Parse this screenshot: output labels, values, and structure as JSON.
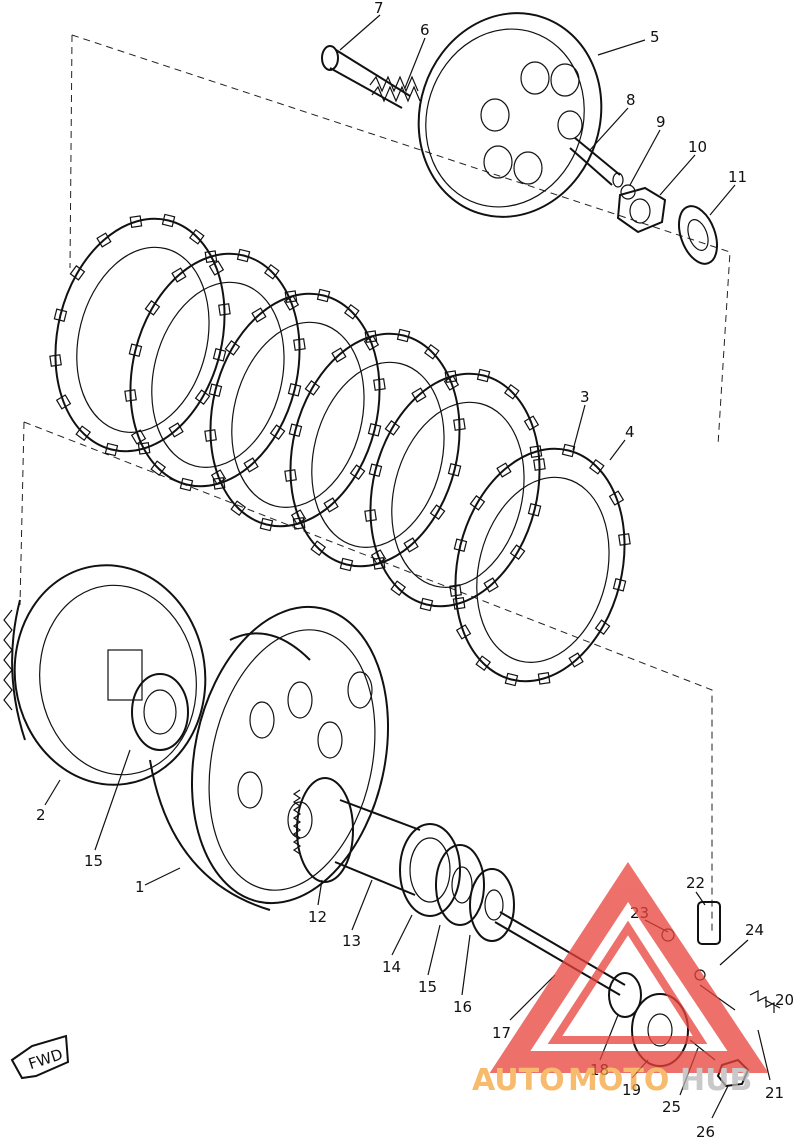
{
  "callouts": [
    {
      "id": "c7",
      "text": "7"
    },
    {
      "id": "c6",
      "text": "6"
    },
    {
      "id": "c5",
      "text": "5"
    },
    {
      "id": "c8",
      "text": "8"
    },
    {
      "id": "c9",
      "text": "9"
    },
    {
      "id": "c10",
      "text": "10"
    },
    {
      "id": "c11",
      "text": "11"
    },
    {
      "id": "c3",
      "text": "3"
    },
    {
      "id": "c4",
      "text": "4"
    },
    {
      "id": "c2",
      "text": "2"
    },
    {
      "id": "c15a",
      "text": "15"
    },
    {
      "id": "c1",
      "text": "1"
    },
    {
      "id": "c12",
      "text": "12"
    },
    {
      "id": "c13",
      "text": "13"
    },
    {
      "id": "c14",
      "text": "14"
    },
    {
      "id": "c15b",
      "text": "15"
    },
    {
      "id": "c16",
      "text": "16"
    },
    {
      "id": "c17",
      "text": "17"
    },
    {
      "id": "c18",
      "text": "18"
    },
    {
      "id": "c19",
      "text": "19"
    },
    {
      "id": "c22",
      "text": "22"
    },
    {
      "id": "c23",
      "text": "23"
    },
    {
      "id": "c24",
      "text": "24"
    },
    {
      "id": "c20",
      "text": "20"
    },
    {
      "id": "c21",
      "text": "21"
    },
    {
      "id": "c25",
      "text": "25"
    },
    {
      "id": "c26",
      "text": "26"
    }
  ],
  "fwd_label": "FWD",
  "watermark": {
    "text_auto": "AUTO",
    "text_moto": "MOTO",
    "text_hub": "HUB",
    "color_red": "#e8413a",
    "color_orange": "#f4a53d",
    "color_gray": "#b7b7b7"
  }
}
